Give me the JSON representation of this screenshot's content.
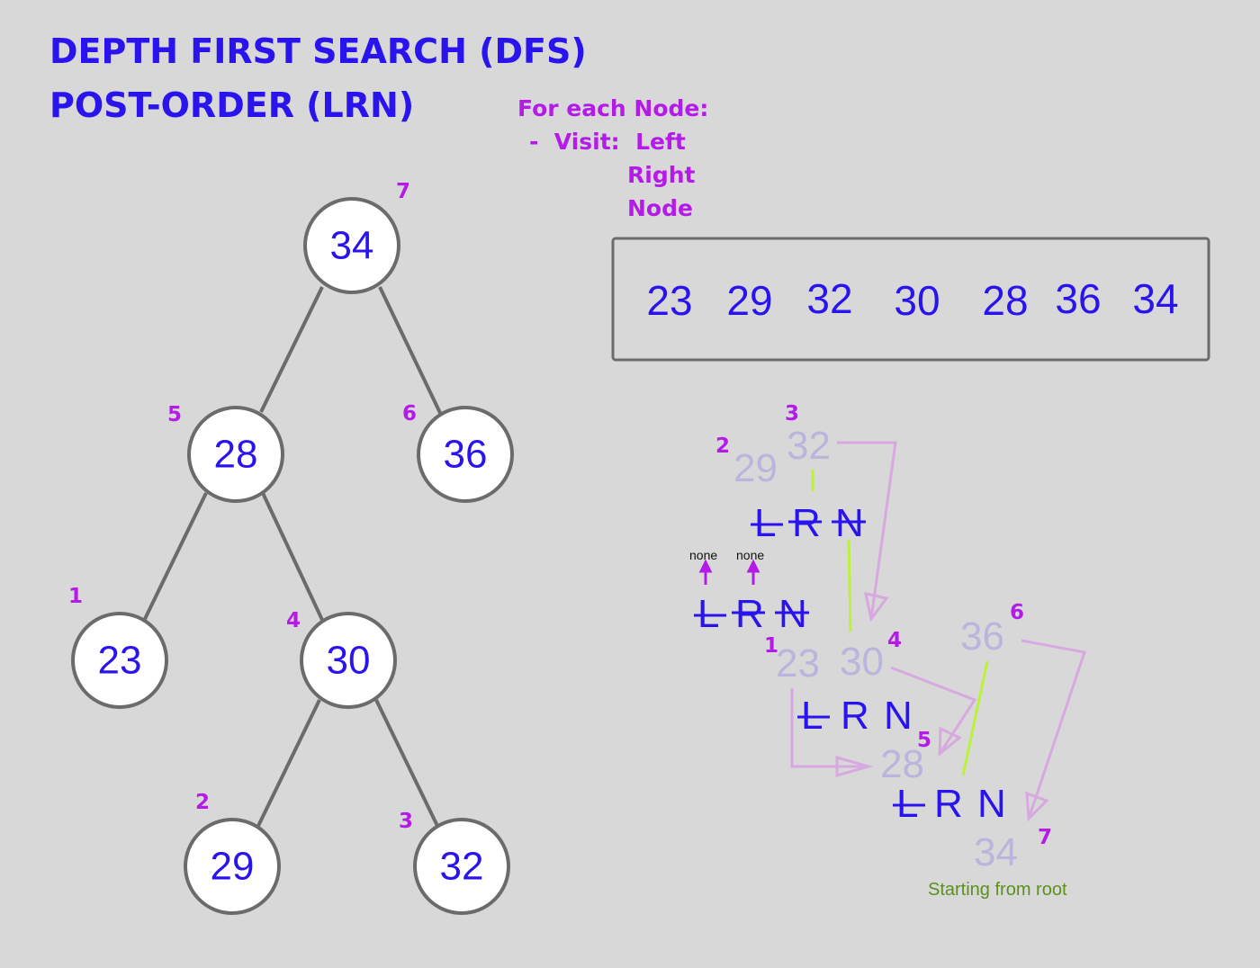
{
  "title": {
    "line1": "DEPTH FIRST SEARCH (DFS)",
    "line2": "POST-ORDER (LRN)"
  },
  "instructions": {
    "line1": "For each Node:",
    "line2": "-  Visit:  Left",
    "line3": "Right",
    "line4": "Node"
  },
  "tree": {
    "nodes": [
      {
        "id": "n34",
        "value": "34",
        "order": "7"
      },
      {
        "id": "n28",
        "value": "28",
        "order": "5"
      },
      {
        "id": "n36",
        "value": "36",
        "order": "6"
      },
      {
        "id": "n23",
        "value": "23",
        "order": "1"
      },
      {
        "id": "n30",
        "value": "30",
        "order": "4"
      },
      {
        "id": "n29",
        "value": "29",
        "order": "2"
      },
      {
        "id": "n32",
        "value": "32",
        "order": "3"
      }
    ],
    "edges": [
      [
        "n34",
        "n28"
      ],
      [
        "n34",
        "n36"
      ],
      [
        "n28",
        "n23"
      ],
      [
        "n28",
        "n30"
      ],
      [
        "n30",
        "n29"
      ],
      [
        "n30",
        "n32"
      ]
    ]
  },
  "result_sequence": [
    "23",
    "29",
    "32",
    "30",
    "28",
    "36",
    "34"
  ],
  "trace": {
    "ghost_nodes": [
      {
        "value": "29",
        "order": "2"
      },
      {
        "value": "32",
        "order": "3"
      },
      {
        "value": "23",
        "order": "1"
      },
      {
        "value": "30",
        "order": "4"
      },
      {
        "value": "36",
        "order": "6"
      },
      {
        "value": "28",
        "order": "5"
      },
      {
        "value": "34",
        "order": "7"
      }
    ],
    "lrn_letters": [
      "L",
      "R",
      "N"
    ],
    "none_label": "none",
    "caption": "Starting from root"
  },
  "colors": {
    "background": "#d8d8d8",
    "primary_blue": "#2a14ee",
    "accent_purple": "#b41ae8",
    "ghost": "#b9b5dd",
    "flow_arrow": "#d8a8e0",
    "green_line": "#bcf13a",
    "caption_green": "#5d8f1e"
  }
}
